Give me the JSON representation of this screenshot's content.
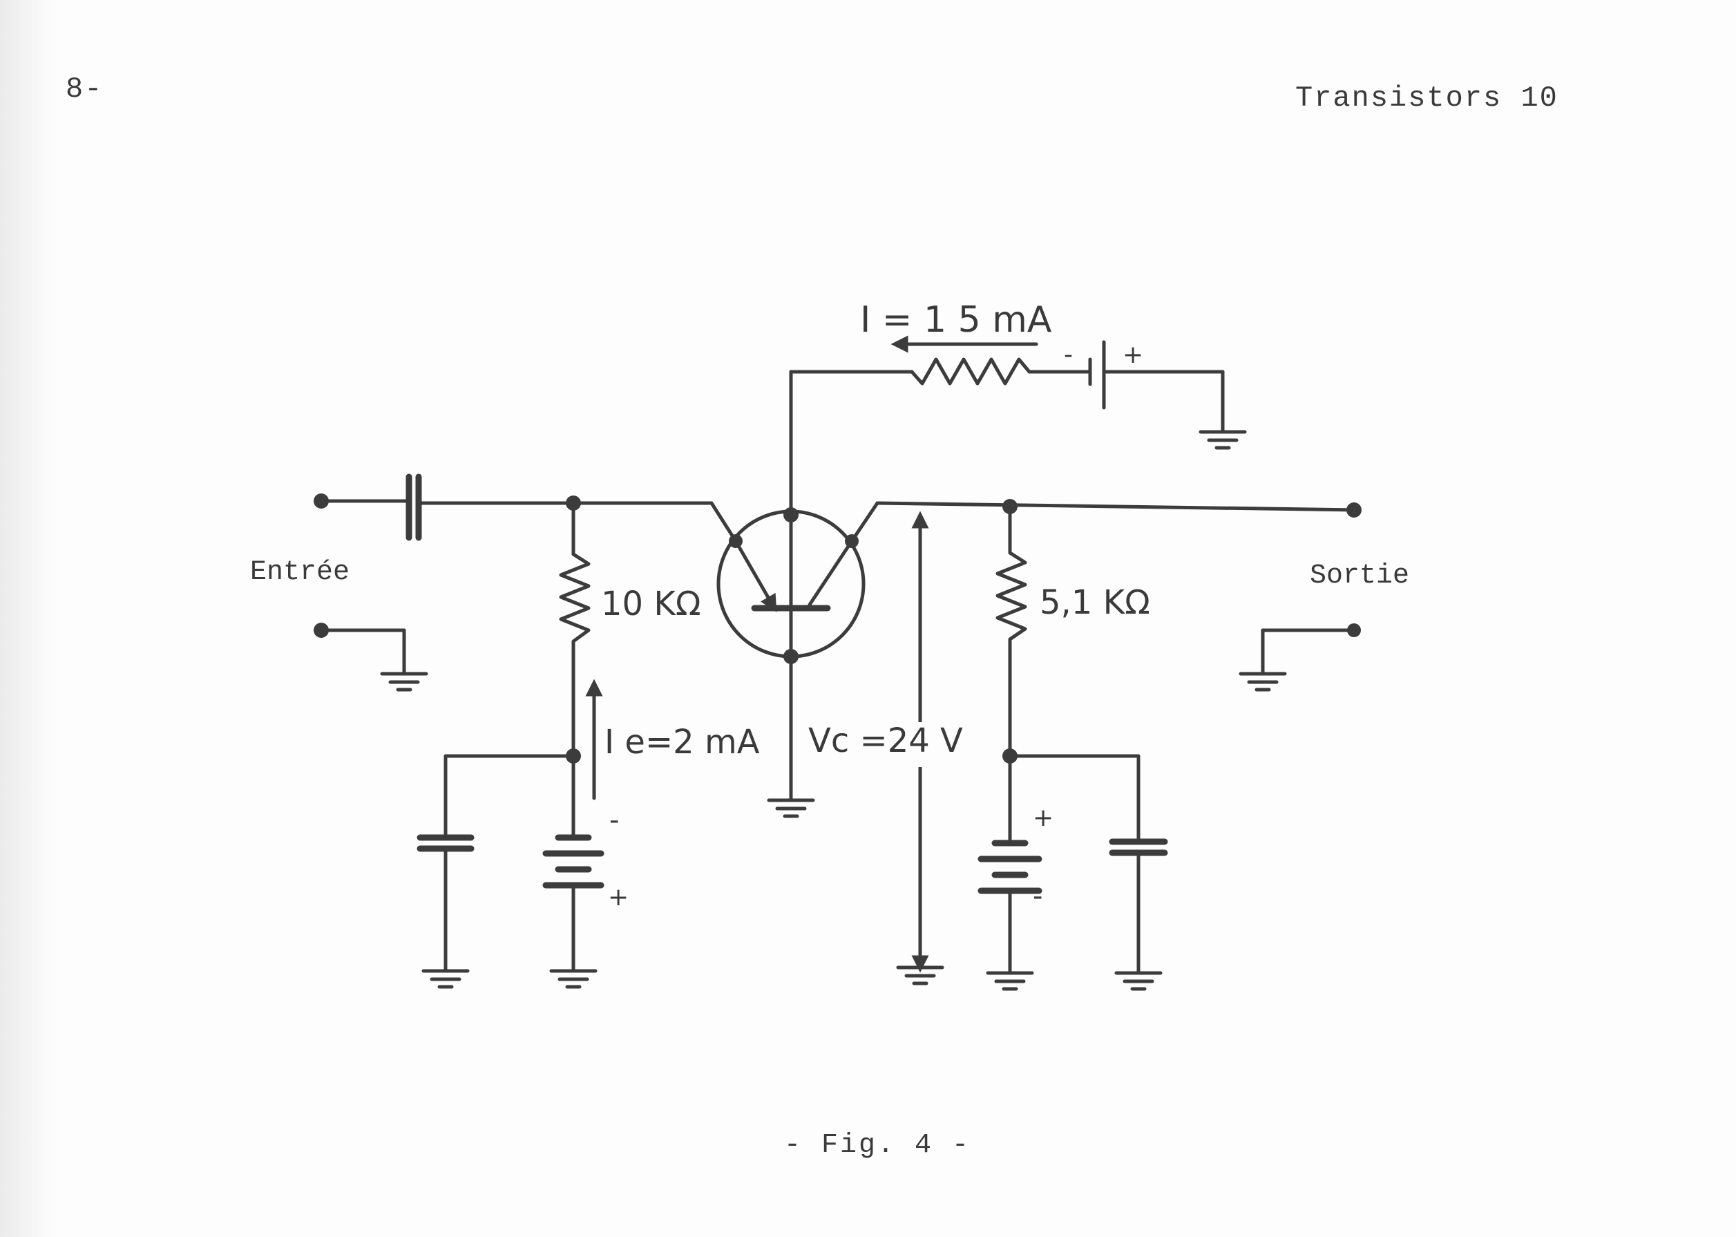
{
  "header": {
    "page_number": "8-",
    "running_title": "Transistors 10"
  },
  "labels": {
    "input": "Entrée",
    "output": "Sortie",
    "collector_current": "I = 1 5 mA",
    "emitter_resistor": "10 KΩ",
    "emitter_current": "I e=2 mA",
    "collector_voltage": "Vc =24 V",
    "collector_resistor": "5,1 KΩ",
    "collector_battery_minus": "-",
    "collector_battery_plus": "+",
    "emitter_battery_minus": "-",
    "emitter_battery_plus": "+",
    "output_battery_plus": "+",
    "output_battery_minus": "-"
  },
  "caption": "- Fig. 4 -",
  "colors": {
    "ink": "#3c3c3c",
    "paper": "#fdfdfd"
  }
}
